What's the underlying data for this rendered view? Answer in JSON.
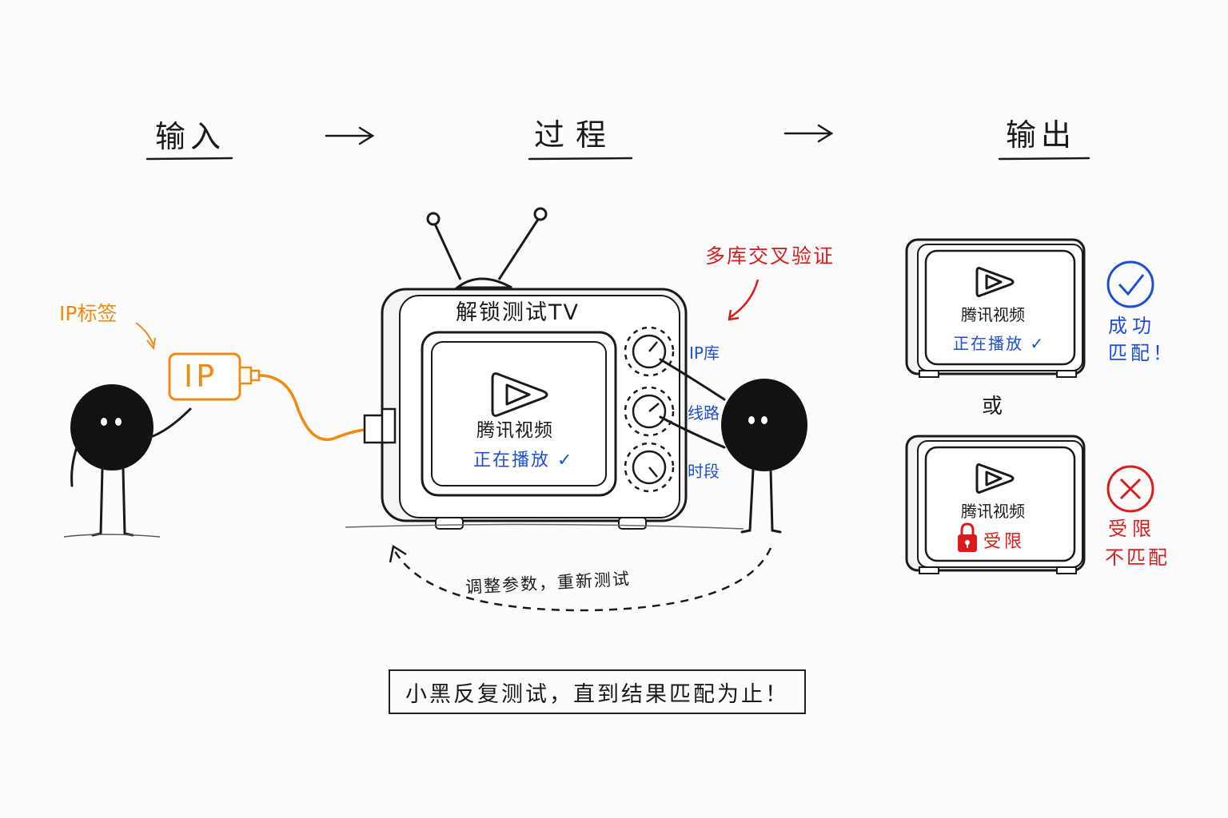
{
  "headers": {
    "input": "输入",
    "process": "过程",
    "output": "输出"
  },
  "labels": {
    "ip_tag": "IP标签",
    "ip_plug": "IP",
    "cross_verify": "多库交叉验证",
    "tv_title": "解锁测试TV",
    "app_name": "腾讯视频",
    "playing": "正在播放 ✓",
    "knob_ip_db": "IP库",
    "knob_route": "线路",
    "knob_time": "时段",
    "loop_note": "调整参数，重新测试",
    "bottom_note": "小黑反复测试，直到结果匹配为止！"
  },
  "outputs": {
    "success": {
      "app_name": "腾讯视频",
      "status": "正在播放 ✓",
      "result_line1": "成功",
      "result_line2": "匹配！"
    },
    "or_label": "或",
    "fail": {
      "app_name": "腾讯视频",
      "status": "受限",
      "result_line1": "受限",
      "result_line2": "不匹配"
    }
  },
  "colors": {
    "ink": "#1a1a1a",
    "accent_blue": "#1c4fd6",
    "alert_red": "#d91c1c",
    "ip_orange": "#f08a12"
  },
  "icons": {
    "app_logo": "play-logo-icon",
    "success": "check-circle-icon",
    "fail": "x-circle-icon",
    "restricted": "lock-icon"
  }
}
